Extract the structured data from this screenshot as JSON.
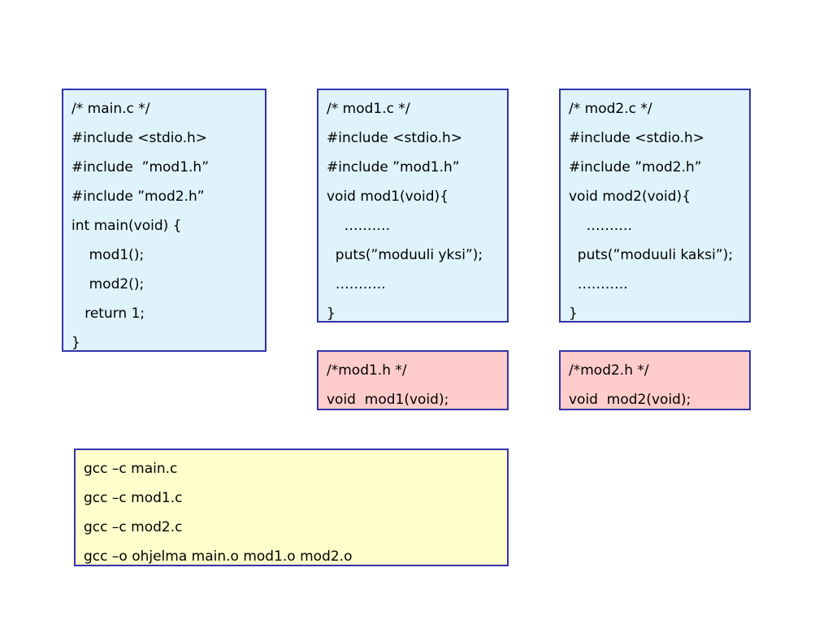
{
  "main_c": {
    "lines": [
      "/* main.c */",
      "#include <stdio.h>",
      "#include  ”mod1.h”",
      "#include ”mod2.h”",
      "int main(void) {",
      "    mod1();",
      "    mod2();",
      "   return 1;",
      "}"
    ]
  },
  "mod1_c": {
    "lines": [
      "/* mod1.c */",
      "#include <stdio.h>",
      "#include ”mod1.h”",
      "void mod1(void){",
      "    ……….",
      "  puts(”moduuli yksi”);",
      "  ………..",
      "}"
    ]
  },
  "mod2_c": {
    "lines": [
      "/* mod2.c */",
      "#include <stdio.h>",
      "#include ”mod2.h”",
      "void mod2(void){",
      "    ……….",
      "  puts(”moduuli kaksi”);",
      "  ………..",
      "}"
    ]
  },
  "mod1_h": {
    "lines": [
      "/*mod1.h */",
      "void  mod1(void);"
    ]
  },
  "mod2_h": {
    "lines": [
      "/*mod2.h */",
      "void  mod2(void);"
    ]
  },
  "build": {
    "lines": [
      "gcc –c main.c",
      "gcc –c mod1.c",
      "gcc –c mod2.c",
      "gcc –o ohjelma main.o mod1.o mod2.o"
    ]
  }
}
